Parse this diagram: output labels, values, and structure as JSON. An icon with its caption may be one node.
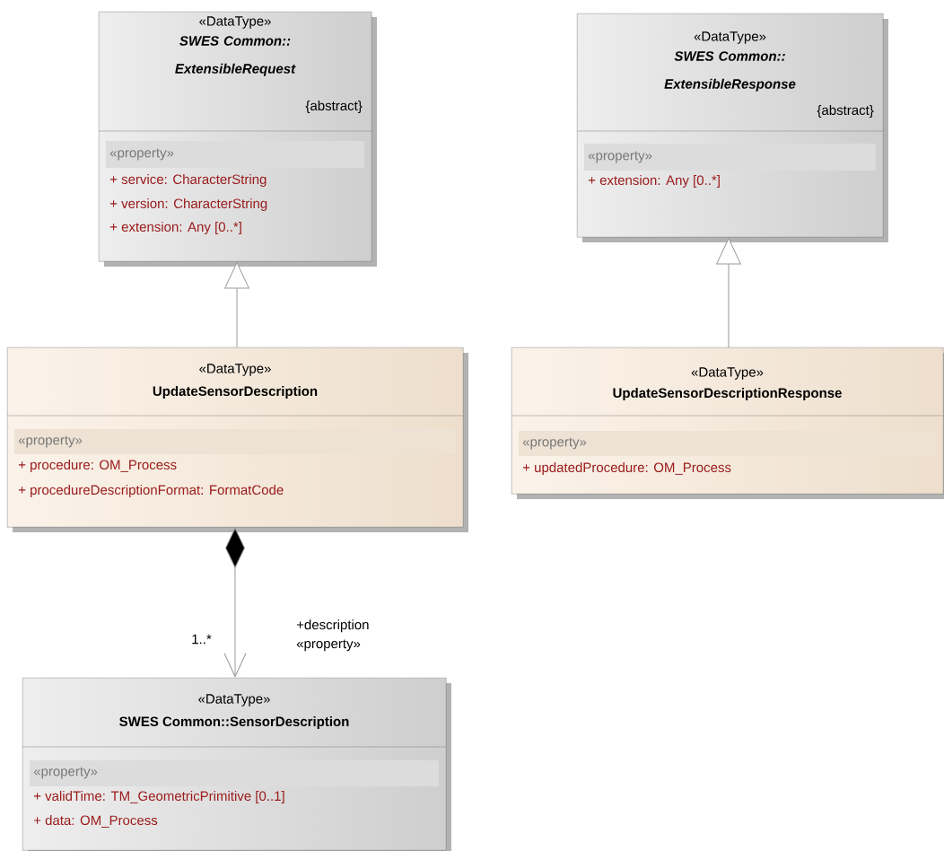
{
  "diagram": {
    "nodes": [
      {
        "text": [
          "«DataType»",
          "SWES Common:: ExtensibleRequest",
          "{abstract}",
          "«property»",
          "+ service: CharacterString",
          "+ version: CharacterString",
          "+ extension: Any [0..*]"
        ]
      },
      {
        "text": [
          "«DataType»",
          "SWES Common:: ExtensibleResponse",
          "{abstract}",
          "«property»",
          "+ extension: Any [0..*]"
        ]
      },
      {
        "text": [
          "«DataType»",
          "UpdateSensorDescription",
          "«property»",
          "+ procedure: OM_Process",
          "+ procedureDescriptionFormat: FormatCode"
        ]
      },
      {
        "text": [
          "«DataType»",
          "UpdateSensorDescriptionResponse",
          "«property»",
          "+ updatedProcedure: OM_Process"
        ]
      },
      {
        "text": [
          "«DataType»",
          "SWES Common::SensorDescription",
          "«property»",
          "+ validTime: TM_GeometricPrimitive [0..1]",
          "+ data: OM_Process"
        ]
      }
    ],
    "edges": [
      {
        "from": 2,
        "to": 0,
        "arrow": "to"
      },
      {
        "from": 3,
        "to": 1,
        "arrow": "to"
      },
      {
        "from": 2,
        "to": 4,
        "arrow": "to",
        "label": "+description «property»"
      }
    ],
    "labels": [
      "1..*"
    ]
  }
}
